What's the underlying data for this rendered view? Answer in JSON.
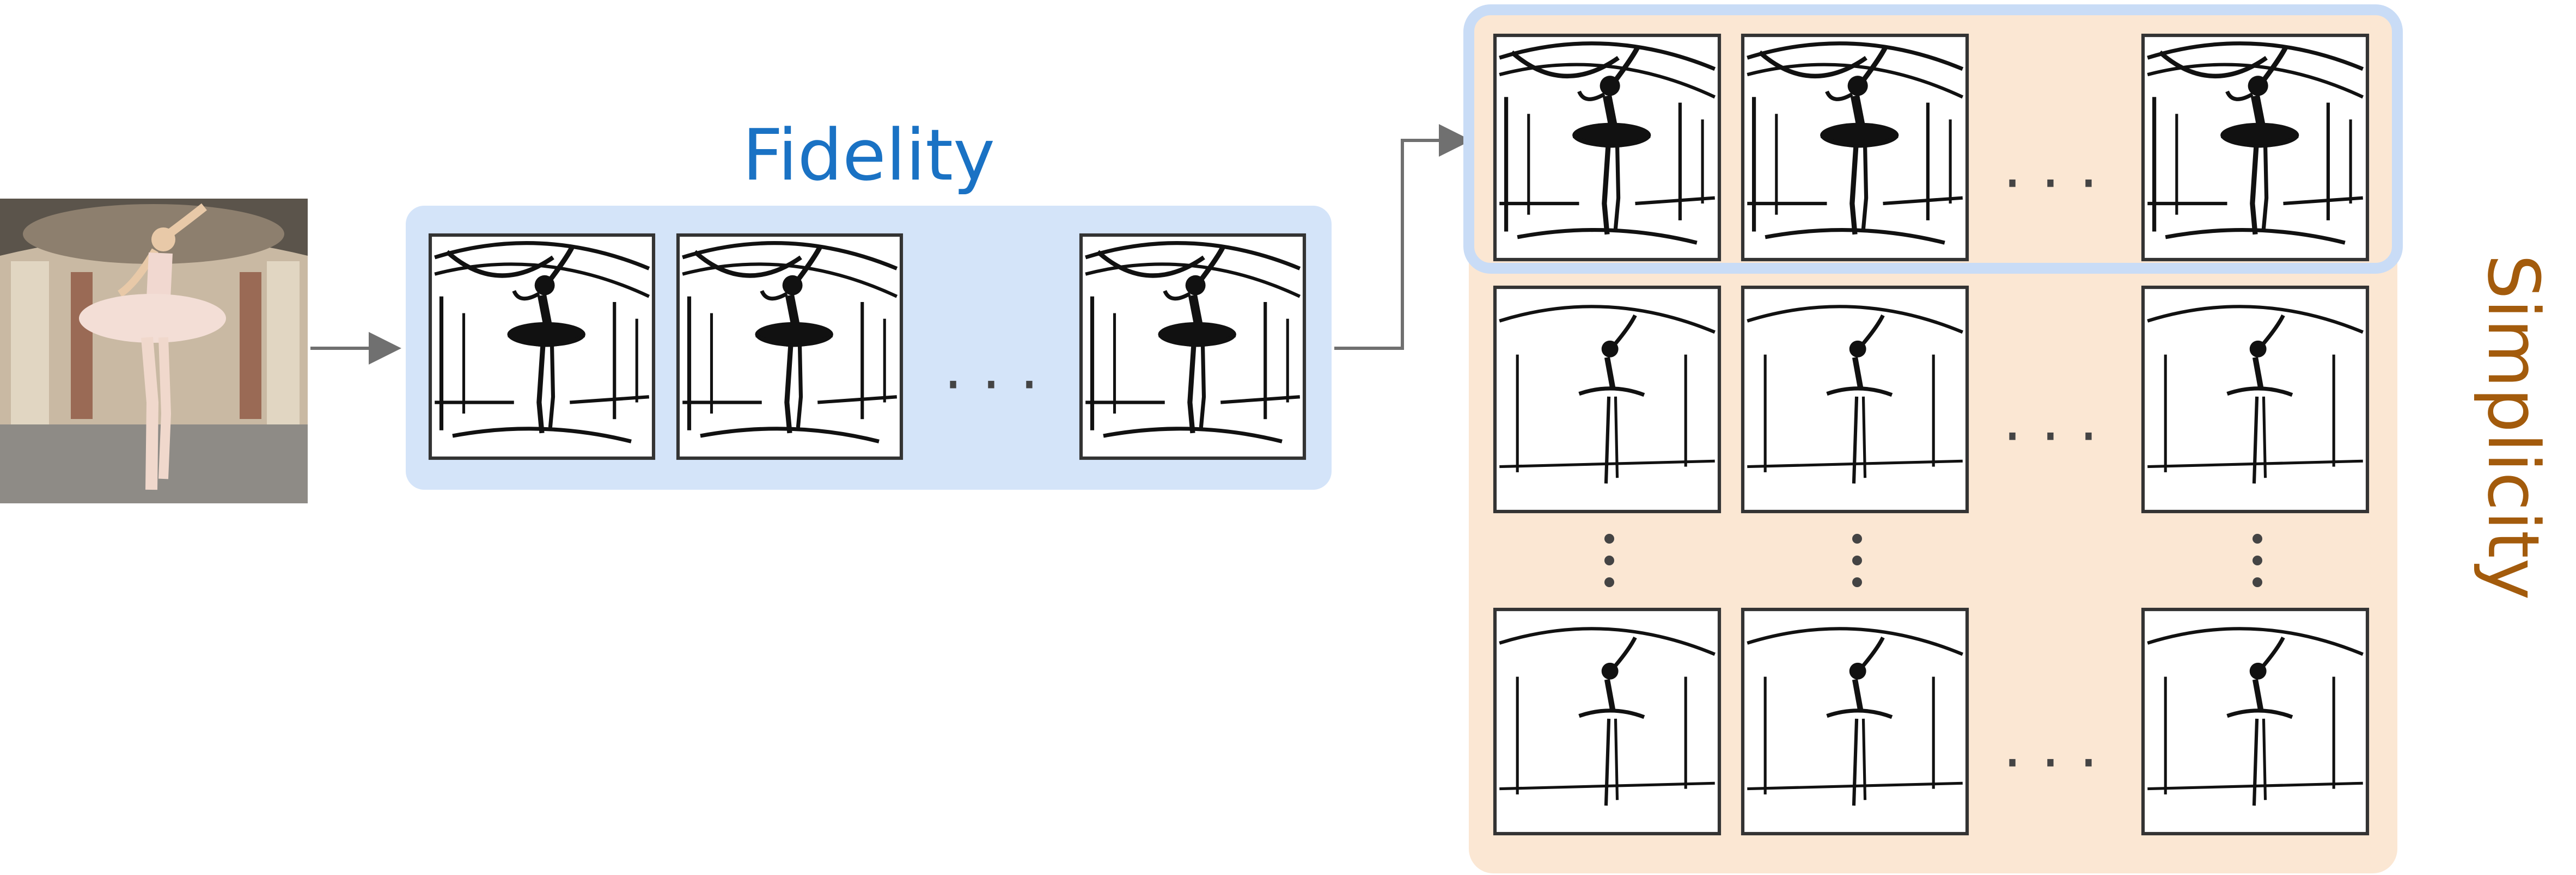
{
  "labels": {
    "fidelity": "Fidelity",
    "simplicity": "Simplicity",
    "ellipsis": "· · ·"
  },
  "colors": {
    "fidelity_panel": "#d4e4f9",
    "fidelity_border": "#c9dcf6",
    "simplicity_panel": "#fbe7d3",
    "fidelity_text": "#1a72c4",
    "simplicity_text": "#a35b0c",
    "arrow": "#707070",
    "sketch_stroke": "#111111",
    "frame_border": "#333333"
  },
  "input_photo": {
    "subject": "ballerina in a ballet studio",
    "icon": "photo-icon"
  },
  "sketches": {
    "icon": "sketch-icon",
    "fidelity_row_count": 3,
    "simplicity_grid_rows": 3,
    "simplicity_grid_cols": 3
  }
}
